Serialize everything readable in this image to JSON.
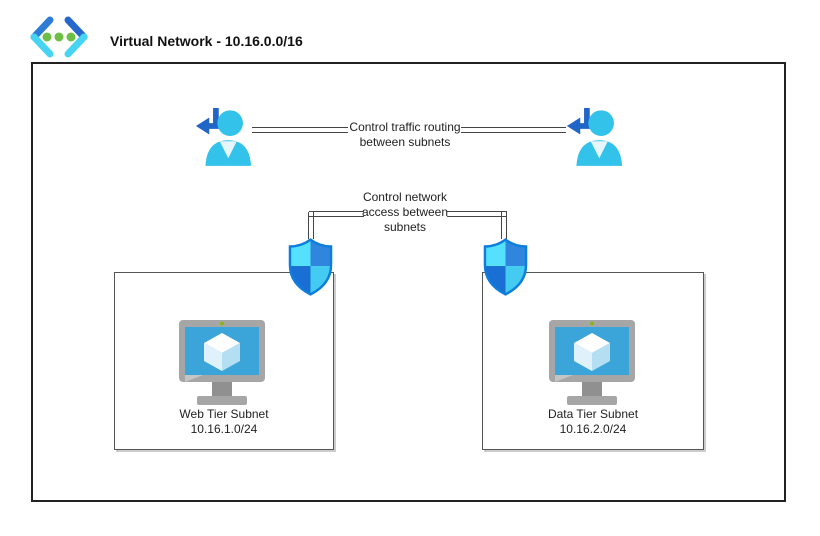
{
  "title": "Virtual Network - 10.16.0.0/16",
  "routing_connector": {
    "label_line1": "Control traffic routing",
    "label_line2": "between subnets"
  },
  "nsg_connector": {
    "label_line1": "Control network",
    "label_line2": "access between",
    "label_line3": "subnets"
  },
  "subnets": [
    {
      "name": "Web Tier Subnet",
      "cidr": "10.16.1.0/24"
    },
    {
      "name": "Data Tier Subnet",
      "cidr": "10.16.2.0/24"
    }
  ],
  "icons": {
    "vnet": "virtual-network-icon",
    "route": "route-table-icon",
    "nsg": "nsg-shield-icon",
    "vm": "virtual-machine-icon"
  },
  "colors": {
    "vnet_chevron_blue": "#2E7CD6",
    "vnet_chevron_cyan": "#45D5F2",
    "vnet_dot_green": "#6CBE45",
    "person_cyan": "#33C3EA",
    "person_collar": "#E8F5FA",
    "arrow_blue": "#2166C6",
    "shield_border": "#0D7EDB",
    "shield_top_left": "#55E1FD",
    "shield_top_right": "#2F86DC",
    "shield_bottom_left": "#1A6FD4",
    "shield_bottom_right": "#44CBF2",
    "vm_screen_blue": "#3BA5D9",
    "vm_cube_left": "#DFF1FA",
    "vm_cube_right": "#B4DFF3",
    "monitor_gray": "#A6A6A6",
    "led_green": "#7FBA00",
    "connector_line": "#454545"
  }
}
